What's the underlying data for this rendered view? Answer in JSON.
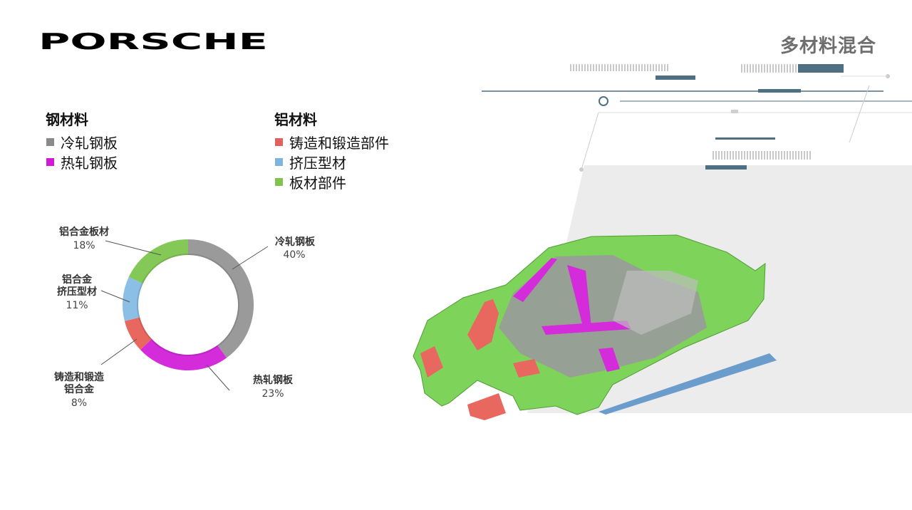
{
  "brand": {
    "logo_text": "PORSCHE"
  },
  "page": {
    "title": "多材料混合"
  },
  "legend": {
    "steel": {
      "title": "钢材料",
      "items": [
        {
          "label": "冷轧钢板",
          "color": "#8a8a8a"
        },
        {
          "label": "热轧钢板",
          "color": "#d01bd6"
        }
      ]
    },
    "aluminum": {
      "title": "铝材料",
      "items": [
        {
          "label": "铸造和锻造部件",
          "color": "#e2615d"
        },
        {
          "label": "挤压型材",
          "color": "#7fb3e0"
        },
        {
          "label": "板材部件",
          "color": "#82c34e"
        }
      ]
    }
  },
  "chart_data": {
    "type": "pie",
    "variant": "donut",
    "slices": [
      {
        "label": "冷轧钢板",
        "value": 40,
        "display": "40%",
        "color": "#9a9a9a"
      },
      {
        "label": "热轧钢板",
        "value": 23,
        "display": "23%",
        "color": "#d42bdb"
      },
      {
        "label": "铸造和锻造铝合金",
        "label_lines": [
          "铸造和锻造",
          "铝合金"
        ],
        "value": 8,
        "display": "8%",
        "color": "#e8685f"
      },
      {
        "label": "铝合金挤压型材",
        "label_lines": [
          "铝合金",
          "挤压型材"
        ],
        "value": 11,
        "display": "11%",
        "color": "#8cbfe6"
      },
      {
        "label": "铝合金板材",
        "value": 18,
        "display": "18%",
        "color": "#84c958"
      }
    ]
  }
}
